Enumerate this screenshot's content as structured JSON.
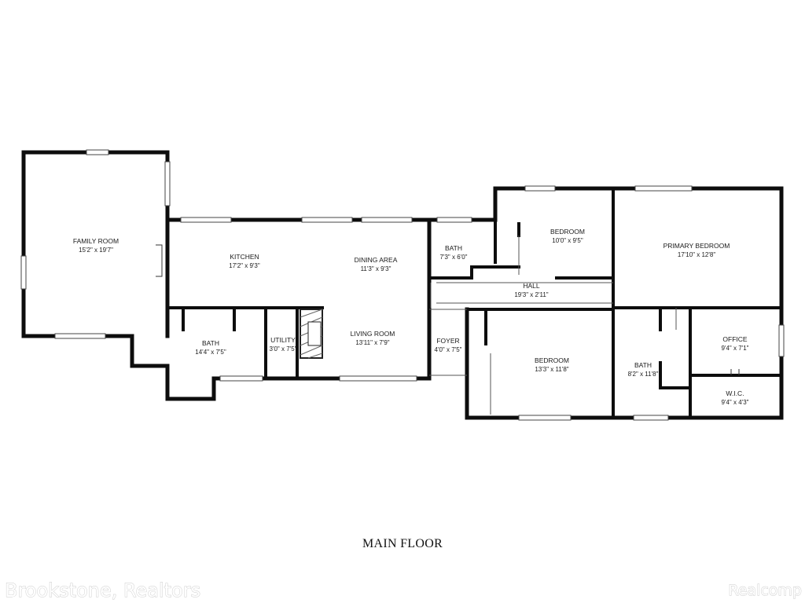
{
  "floor_label": "MAIN FLOOR",
  "rooms": {
    "family_room": {
      "name": "FAMILY ROOM",
      "dims": "15'2\" x 19'7\""
    },
    "kitchen": {
      "name": "KITCHEN",
      "dims": "17'2\" x 9'3\""
    },
    "dining_area": {
      "name": "DINING AREA",
      "dims": "11'3\" x 9'3\""
    },
    "living_room": {
      "name": "LIVING ROOM",
      "dims": "13'11\" x 7'9\""
    },
    "bath_west": {
      "name": "BATH",
      "dims": "14'4\" x 7'5\""
    },
    "utility": {
      "name": "UTILITY",
      "dims": "3'0\" x 7'5\""
    },
    "bath_hall": {
      "name": "BATH",
      "dims": "7'3\" x 6'0\""
    },
    "foyer": {
      "name": "FOYER",
      "dims": "4'0\" x 7'5\""
    },
    "hall": {
      "name": "HALL",
      "dims": "19'3\" x 2'11\""
    },
    "bedroom_north": {
      "name": "BEDROOM",
      "dims": "10'0\" x 9'5\""
    },
    "bedroom_south": {
      "name": "BEDROOM",
      "dims": "13'3\" x 11'8\""
    },
    "primary_bedroom": {
      "name": "PRIMARY BEDROOM",
      "dims": "17'10\" x 12'8\""
    },
    "bath_primary": {
      "name": "BATH",
      "dims": "8'2\" x 11'8\""
    },
    "office": {
      "name": "OFFICE",
      "dims": "9'4\" x 7'1\""
    },
    "wic": {
      "name": "W.I.C.",
      "dims": "9'4\" x 4'3\""
    }
  },
  "watermarks": {
    "left": "Brookstone, Realtors",
    "right": "Realcomp"
  }
}
